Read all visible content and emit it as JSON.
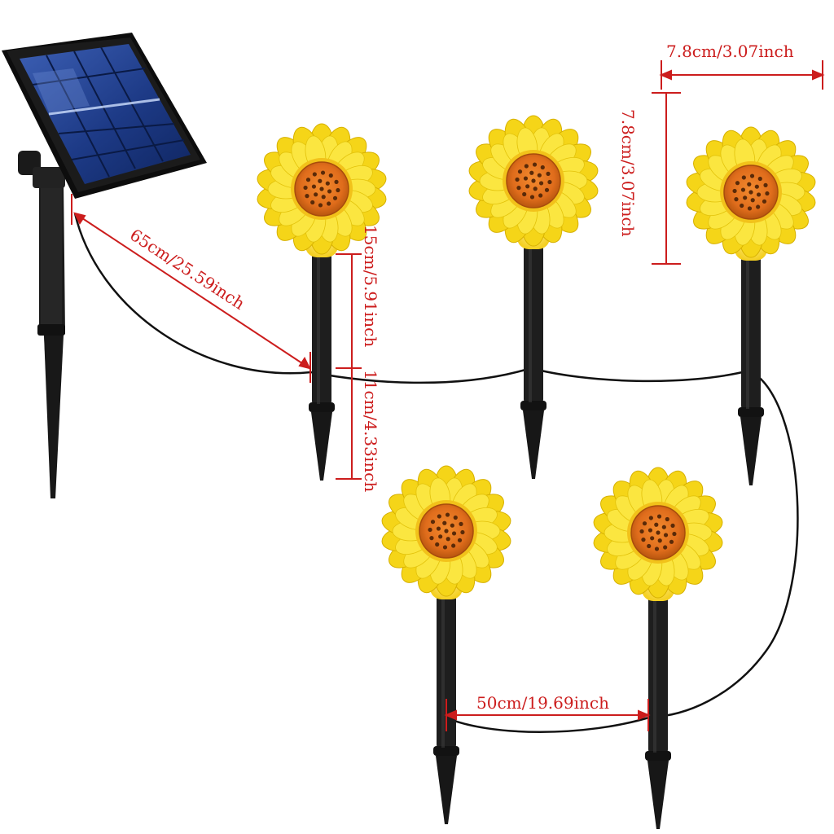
{
  "measurements": {
    "panel_to_first_light": "65cm/25.59inch",
    "stake_upper_height": "15cm/5.91inch",
    "stake_lower_height": "11cm/4.33inch",
    "flower_width": "7.8cm/3.07inch",
    "flower_height": "7.8cm/3.07inch",
    "light_spacing": "50cm/19.69inch"
  },
  "colors": {
    "dimension_red": "#cc1d1d",
    "petal_yellow": "#f7dd22",
    "petal_edge": "#d9b800",
    "center_orange": "#e8782a",
    "stake_black": "#1b1b1b",
    "panel_blue": "#1f3f8f"
  },
  "icons": {
    "solar_panel": "solar-panel-icon",
    "sunflower_light": "sunflower-icon"
  }
}
